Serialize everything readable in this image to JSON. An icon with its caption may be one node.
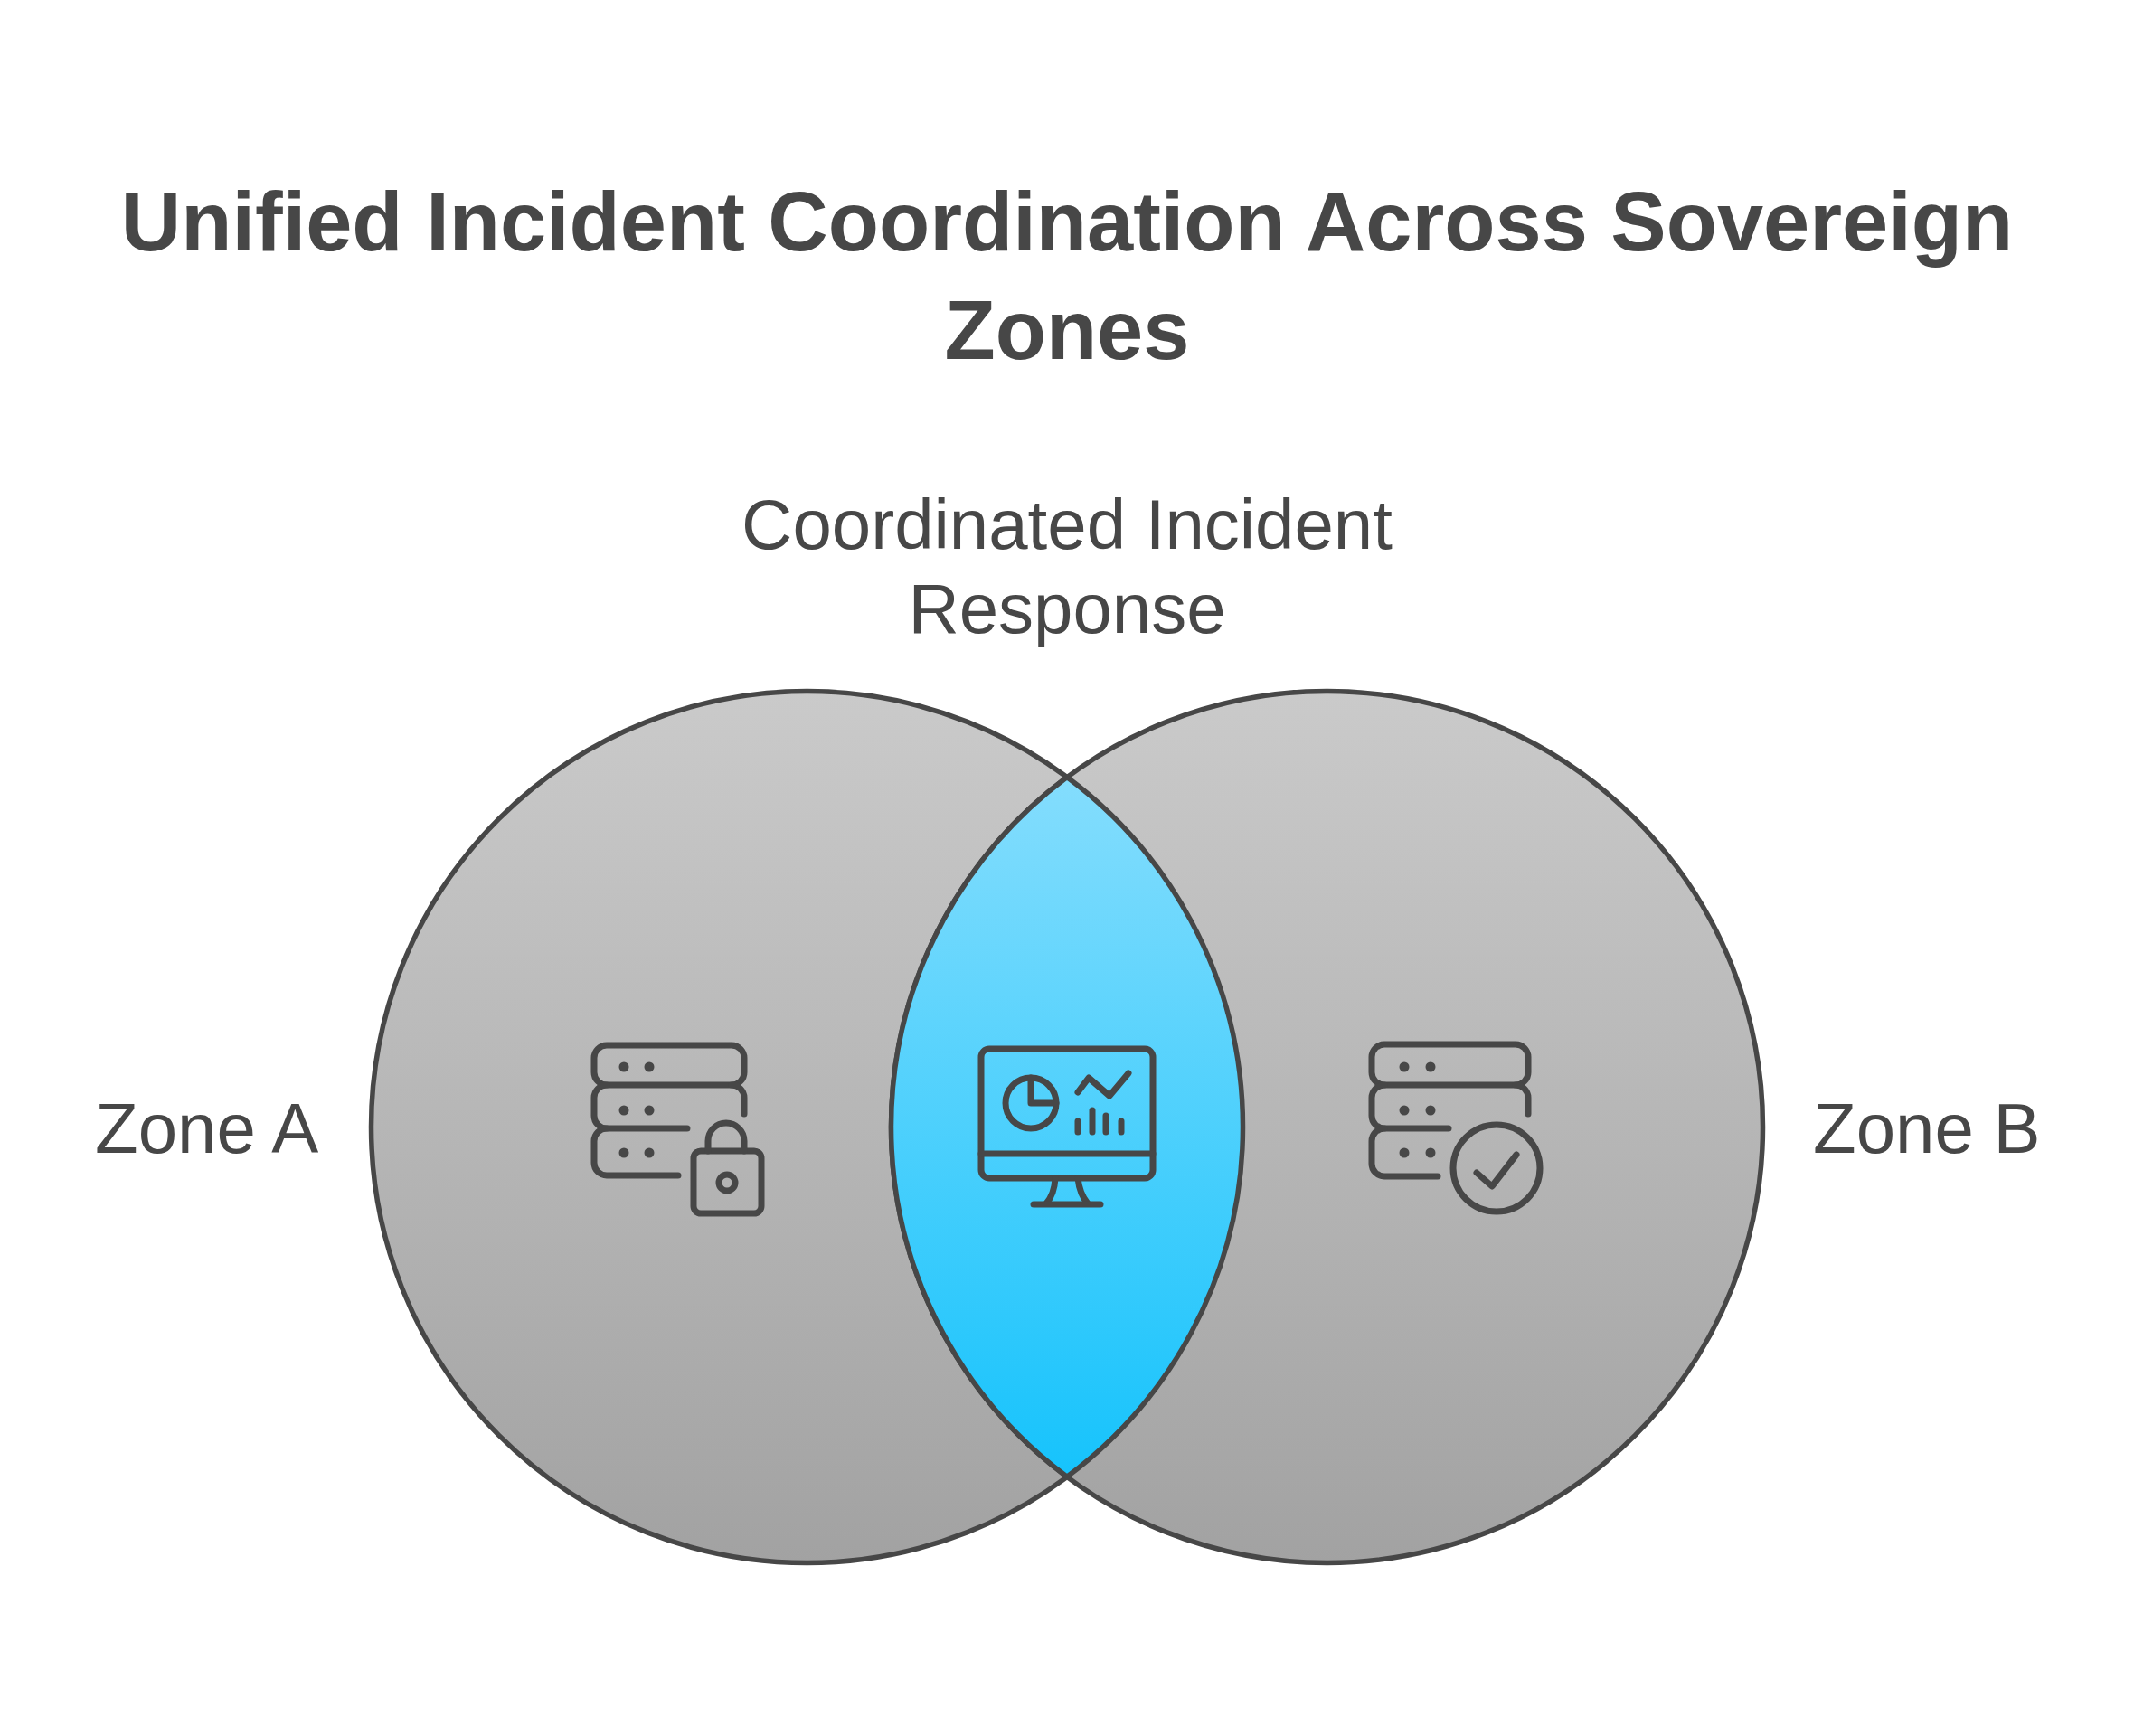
{
  "diagram": {
    "title": "Unified Incident Coordination Across Sovereign Zones",
    "nodes": [
      {
        "text": [
          "Zone A"
        ]
      },
      {
        "text": [
          "Zone B"
        ]
      },
      {
        "text": [
          "Coordinated Incident Response"
        ]
      }
    ]
  }
}
